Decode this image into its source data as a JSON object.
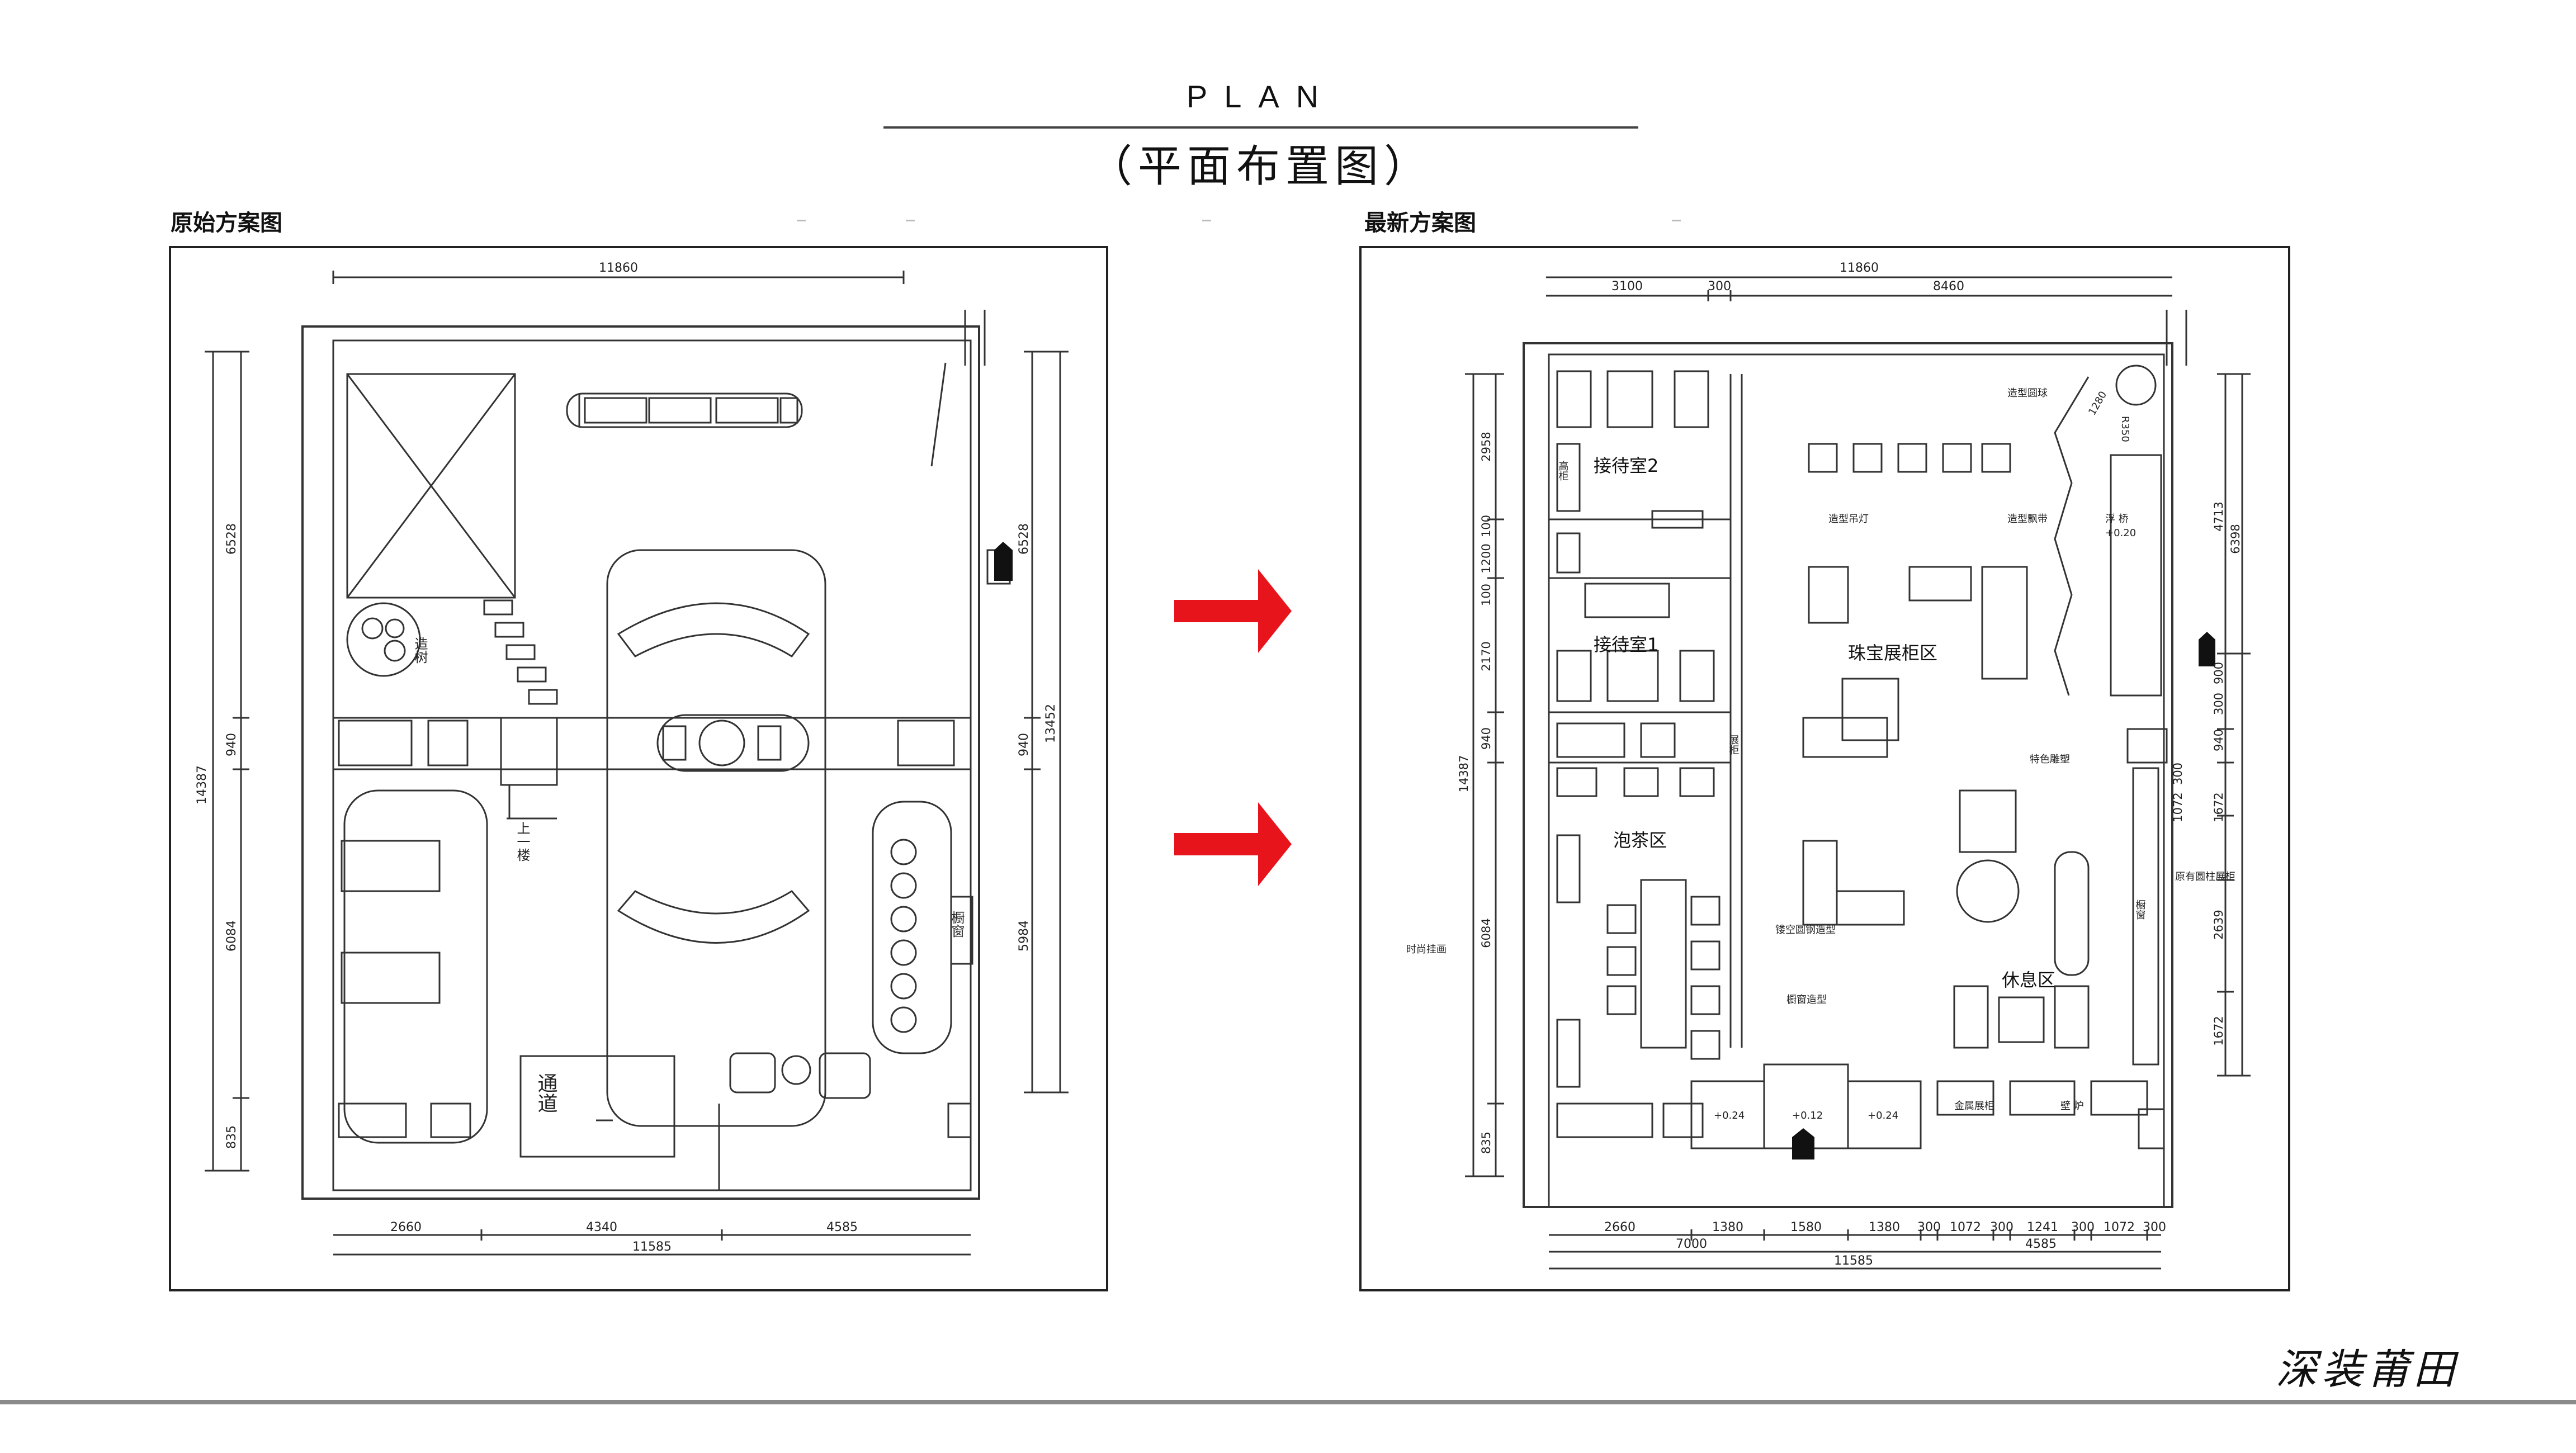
{
  "header": {
    "title_en": "PLAN",
    "title_cn": "（平面布置图）"
  },
  "left_panel": {
    "label": "原始方案图",
    "dims": {
      "top": "11860",
      "bottom": [
        "2660",
        "4340",
        "4585"
      ],
      "bottom_total": "11585",
      "left": [
        "6528",
        "940",
        "6084",
        "835"
      ],
      "left_total": "14387",
      "right": [
        "6528",
        "940",
        "5984"
      ],
      "right_total": "13452"
    },
    "room_labels": {
      "tree": "造树",
      "stairs": "上一楼",
      "passage": "通道",
      "window": "橱窗"
    }
  },
  "right_panel": {
    "label": "最新方案图",
    "dims": {
      "top_total": "11860",
      "top": [
        "3100",
        "300",
        "8460"
      ],
      "bottom": [
        "2660",
        "1380",
        "1580",
        "1380",
        "300",
        "1072",
        "300",
        "1241",
        "300",
        "1072",
        "300"
      ],
      "bottom_sub": [
        "7000",
        "4585"
      ],
      "bottom_total": "11585",
      "left": [
        "2958",
        "100",
        "1200",
        "100",
        "2170",
        "940",
        "6084",
        "835"
      ],
      "left_total": "14387",
      "right": [
        "4713",
        "6398",
        "900",
        "300",
        "940",
        "300",
        "1072",
        "1672",
        "2639",
        "1672"
      ]
    },
    "room_labels": {
      "reception2": "接待室2",
      "reception1": "接待室1",
      "tea": "泡茶区",
      "jewelry": "珠宝展柜区",
      "rest": "休息区"
    },
    "annotations": {
      "ball": "造型圆球",
      "radius1": "1280",
      "radius2": "R350",
      "lamp": "造型吊灯",
      "ribbon": "造型飘带",
      "bridge": "浮 桥",
      "bridge_level": "+0.20",
      "sculpture": "特色雕塑",
      "column": "原有圆柱展柜",
      "steel": "镂空圆钢造型",
      "window_shape": "橱窗造型",
      "fashion": "时尚挂画",
      "cabinet": "展柜",
      "tall_cab": "高柜",
      "metal": "金属展柜",
      "fireplace": "壁 炉",
      "window": "橱窗",
      "lvl_a": "+0.24",
      "lvl_b": "+0.12",
      "lvl_c": "+0.24"
    }
  },
  "arrow_color": "#e8141b",
  "brand": "深装莆田"
}
